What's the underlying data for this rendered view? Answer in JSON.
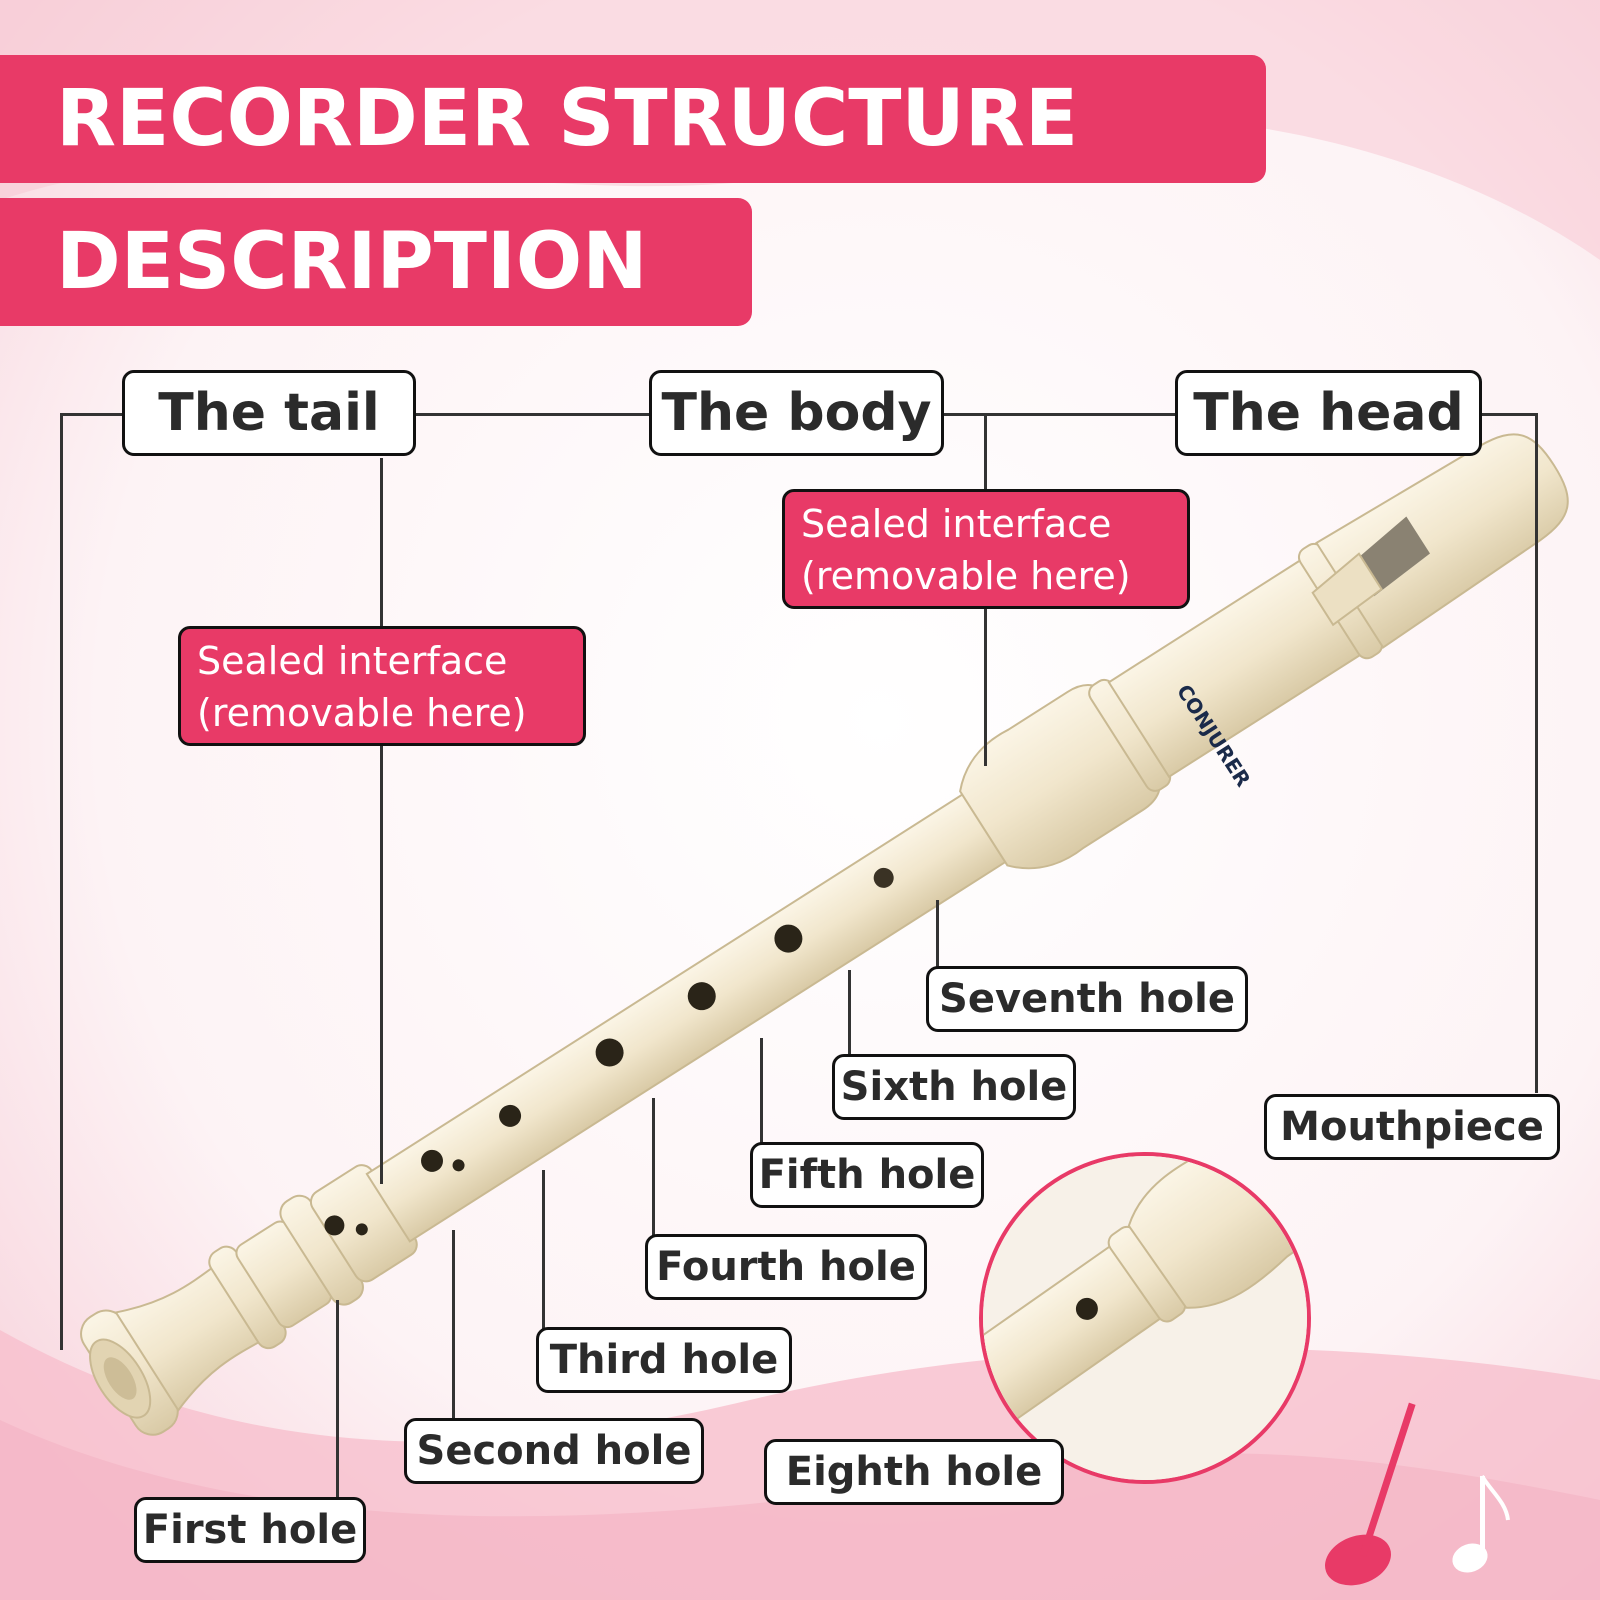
{
  "title": {
    "line1": "RECORDER STRUCTURE",
    "line2": "DESCRIPTION"
  },
  "sections": {
    "tail": "The tail",
    "body": "The body",
    "head": "The head"
  },
  "sealed": {
    "left": {
      "line1": "Sealed interface",
      "line2": "(removable here)"
    },
    "right": {
      "line1": "Sealed interface",
      "line2": "(removable here)"
    }
  },
  "holes": {
    "first": "First hole",
    "second": "Second hole",
    "third": "Third hole",
    "fourth": "Fourth hole",
    "fifth": "Fifth hole",
    "sixth": "Sixth hole",
    "seventh": "Seventh hole",
    "eighth": "Eighth hole"
  },
  "mouthpiece": "Mouthpiece",
  "brand": "CONJURER",
  "colors": {
    "accent": "#e83a67",
    "recorder": "#f4ead3",
    "outline": "#111111",
    "background": "#fbeef1"
  }
}
